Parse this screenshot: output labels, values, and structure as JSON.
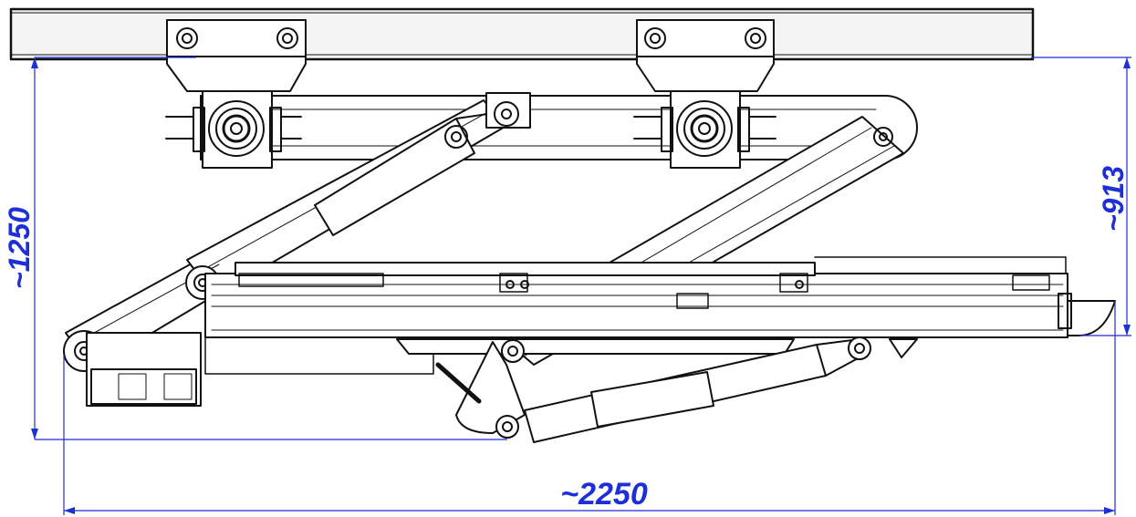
{
  "drawing": {
    "line_color": "#111111",
    "dimension_color": "#1d2fd6"
  },
  "dimensions": {
    "height_left": "~1250",
    "height_right": "~913",
    "width_bottom": "~2250"
  }
}
